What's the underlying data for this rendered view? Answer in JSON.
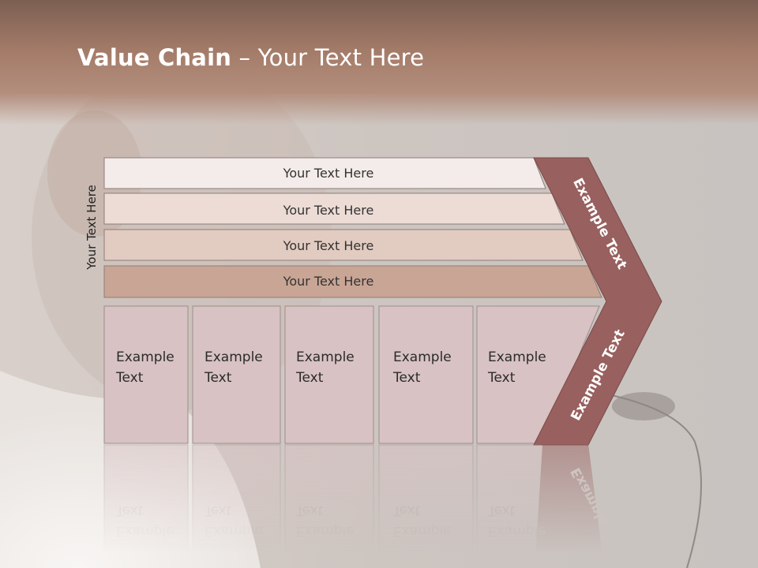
{
  "title": {
    "bold": "Value Chain",
    "rest": " – Your Text Here"
  },
  "vertical_label": "Your Text Here",
  "bands": [
    {
      "label": "Your Text Here",
      "color": "#f4ecea"
    },
    {
      "label": "Your Text Here",
      "color": "#ecdcd5"
    },
    {
      "label": "Your Text Here",
      "color": "#e2cbc0"
    },
    {
      "label": "Your Text Here",
      "color": "#c9a595"
    }
  ],
  "boxes": [
    {
      "line1": "Example",
      "line2": "Text"
    },
    {
      "line1": "Example",
      "line2": "Text"
    },
    {
      "line1": "Example",
      "line2": "Text"
    },
    {
      "line1": "Example",
      "line2": "Text"
    },
    {
      "line1": "Example",
      "line2": "Text"
    }
  ],
  "chevron": {
    "upper_label": "Example Text",
    "lower_label": "Example Text",
    "color": "#98605e"
  },
  "colors": {
    "header": "#a47a68",
    "box_fill": "#d8c2c3",
    "box_stroke": "#9b8d8d"
  }
}
